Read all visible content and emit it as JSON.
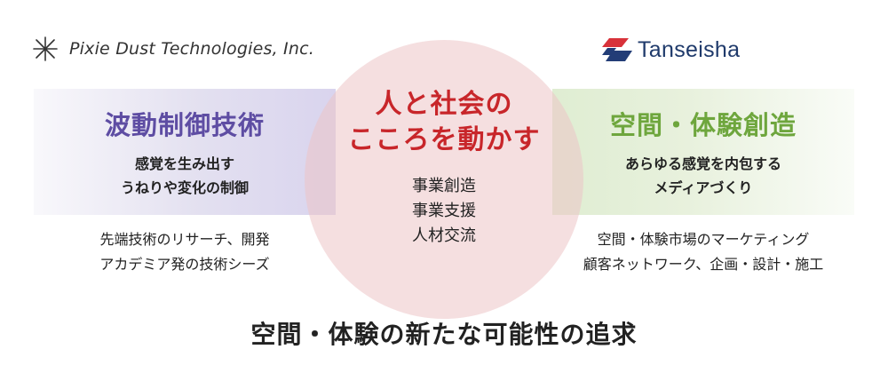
{
  "logos": {
    "left_name": "Pixie Dust Technologies, Inc.",
    "right_name": "Tanseisha",
    "right_colors": {
      "red": "#d8323a",
      "navy": "#233d77"
    }
  },
  "left": {
    "title": "波動制御技術",
    "subtitle": [
      "感覚を生み出す",
      "うねりや変化の制御"
    ],
    "note": [
      "先端技術のリサーチ、開発",
      "アカデミア発の技術シーズ"
    ],
    "color": "#5e4da3"
  },
  "center": {
    "title": [
      "人と社会の",
      "こころを動かす"
    ],
    "items": [
      "事業創造",
      "事業支援",
      "人材交流"
    ],
    "color": "#c8262a"
  },
  "right": {
    "title": "空間・体験創造",
    "subtitle": [
      "あらゆる感覚を内包する",
      "メディアづくり"
    ],
    "note": [
      "空間・体験市場のマーケティング",
      "顧客ネットワーク、企画・設計・施工"
    ],
    "color": "#6ea63d"
  },
  "bottom": {
    "title": "空間・体験の新たな可能性の追求"
  }
}
